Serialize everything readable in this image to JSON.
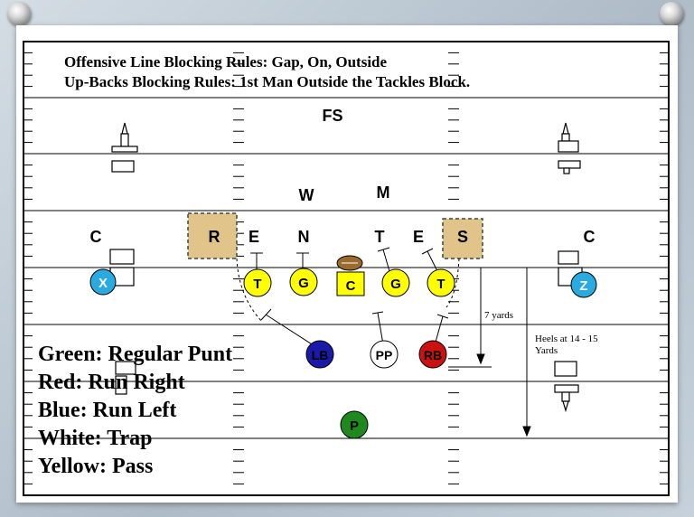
{
  "rules": {
    "line1": "Offensive Line Blocking Rules:  Gap, On, Outside",
    "line2": "Up-Backs Blocking Rules:  1st Man Outside the Tackles Block."
  },
  "defense": {
    "fs": "FS",
    "w": "W",
    "m": "M",
    "c_left": "C",
    "c_right": "C",
    "r": "R",
    "e_left": "E",
    "n": "N",
    "t": "T",
    "e_right": "E",
    "s": "S"
  },
  "offense": {
    "x": "X",
    "z": "Z",
    "t_left": "T",
    "g_left": "G",
    "c": "C",
    "g_right": "G",
    "t_right": "T",
    "lb": "LB",
    "pp": "PP",
    "rb": "RB",
    "p": "P"
  },
  "annotations": {
    "seven_yards": "7 yards",
    "heels_line1": "Heels at 14 - 15",
    "heels_line2": "Yards"
  },
  "legend": [
    {
      "label": "Green:  Regular Punt"
    },
    {
      "label": "Red:  Run Right"
    },
    {
      "label": "Blue:  Run Left"
    },
    {
      "label": "White:  Trap"
    },
    {
      "label": "Yellow:  Pass"
    }
  ],
  "colors": {
    "yellow": "#ffff00",
    "xz_blue": "#29aae1",
    "lb_blue": "#1a1aa8",
    "rb_red": "#cc1111",
    "p_green": "#1e8a1e",
    "box_tan": "#e0c48a",
    "ball_brown": "#9b6a2d"
  }
}
